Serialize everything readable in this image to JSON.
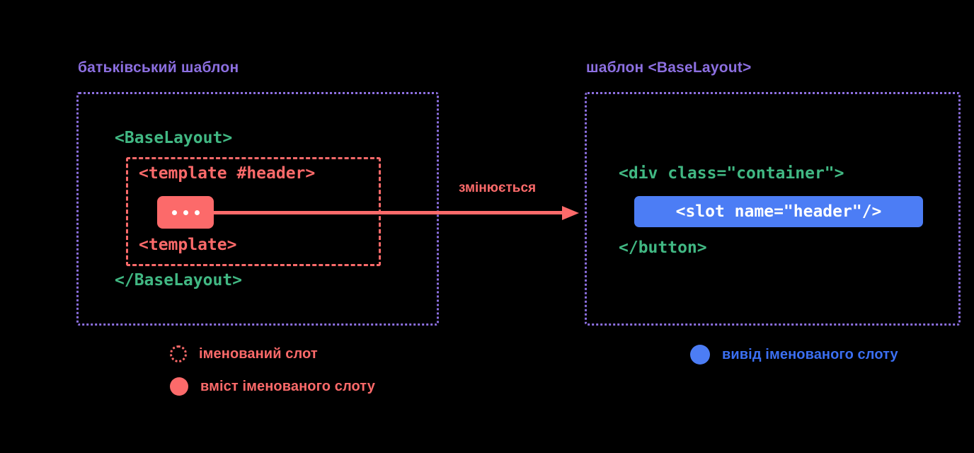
{
  "colors": {
    "background": "#000000",
    "panel_border_purple": "#8C6FE0",
    "title_purple": "#8C6FE0",
    "code_green": "#41B883",
    "code_red": "#FC6A6A",
    "slot_content_pink": "#FC6A6A",
    "slot_output_blue": "#4C7DF5",
    "legend_blue_text": "#3B6FF2",
    "chip_text_white": "#FFFFFF"
  },
  "left_panel": {
    "title": "батьківський шаблон",
    "code_lines": [
      {
        "text": "<BaseLayout>",
        "color": "green"
      },
      {
        "text": "<template #header>",
        "color": "red"
      },
      {
        "text": "<template>",
        "color": "red"
      },
      {
        "text": "</BaseLayout>",
        "color": "green"
      }
    ],
    "code_baselayout_open": "<BaseLayout>",
    "code_template_header": "<template #header>",
    "code_template_close": "<template>",
    "code_baselayout_close": "</BaseLayout>",
    "slot_content_chip": "..."
  },
  "arrow": {
    "label": "змінюється",
    "direction": "left-to-right"
  },
  "right_panel": {
    "title": "шаблон <BaseLayout>",
    "code_lines": [
      {
        "text": "<div class=\"container\">",
        "color": "green"
      },
      {
        "text": "<slot name=\"header\"/>",
        "color": "white-on-blue"
      },
      {
        "text": "</button>",
        "color": "green"
      }
    ],
    "code_div_open": "<div class=\"container\">",
    "slot_output_chip": "<slot name=\"header\"/>",
    "code_button_close": "</button>"
  },
  "legend": {
    "named_slot": "іменований слот",
    "slot_content": "вміст іменованого слоту",
    "slot_output": "вивід іменованого слоту"
  }
}
